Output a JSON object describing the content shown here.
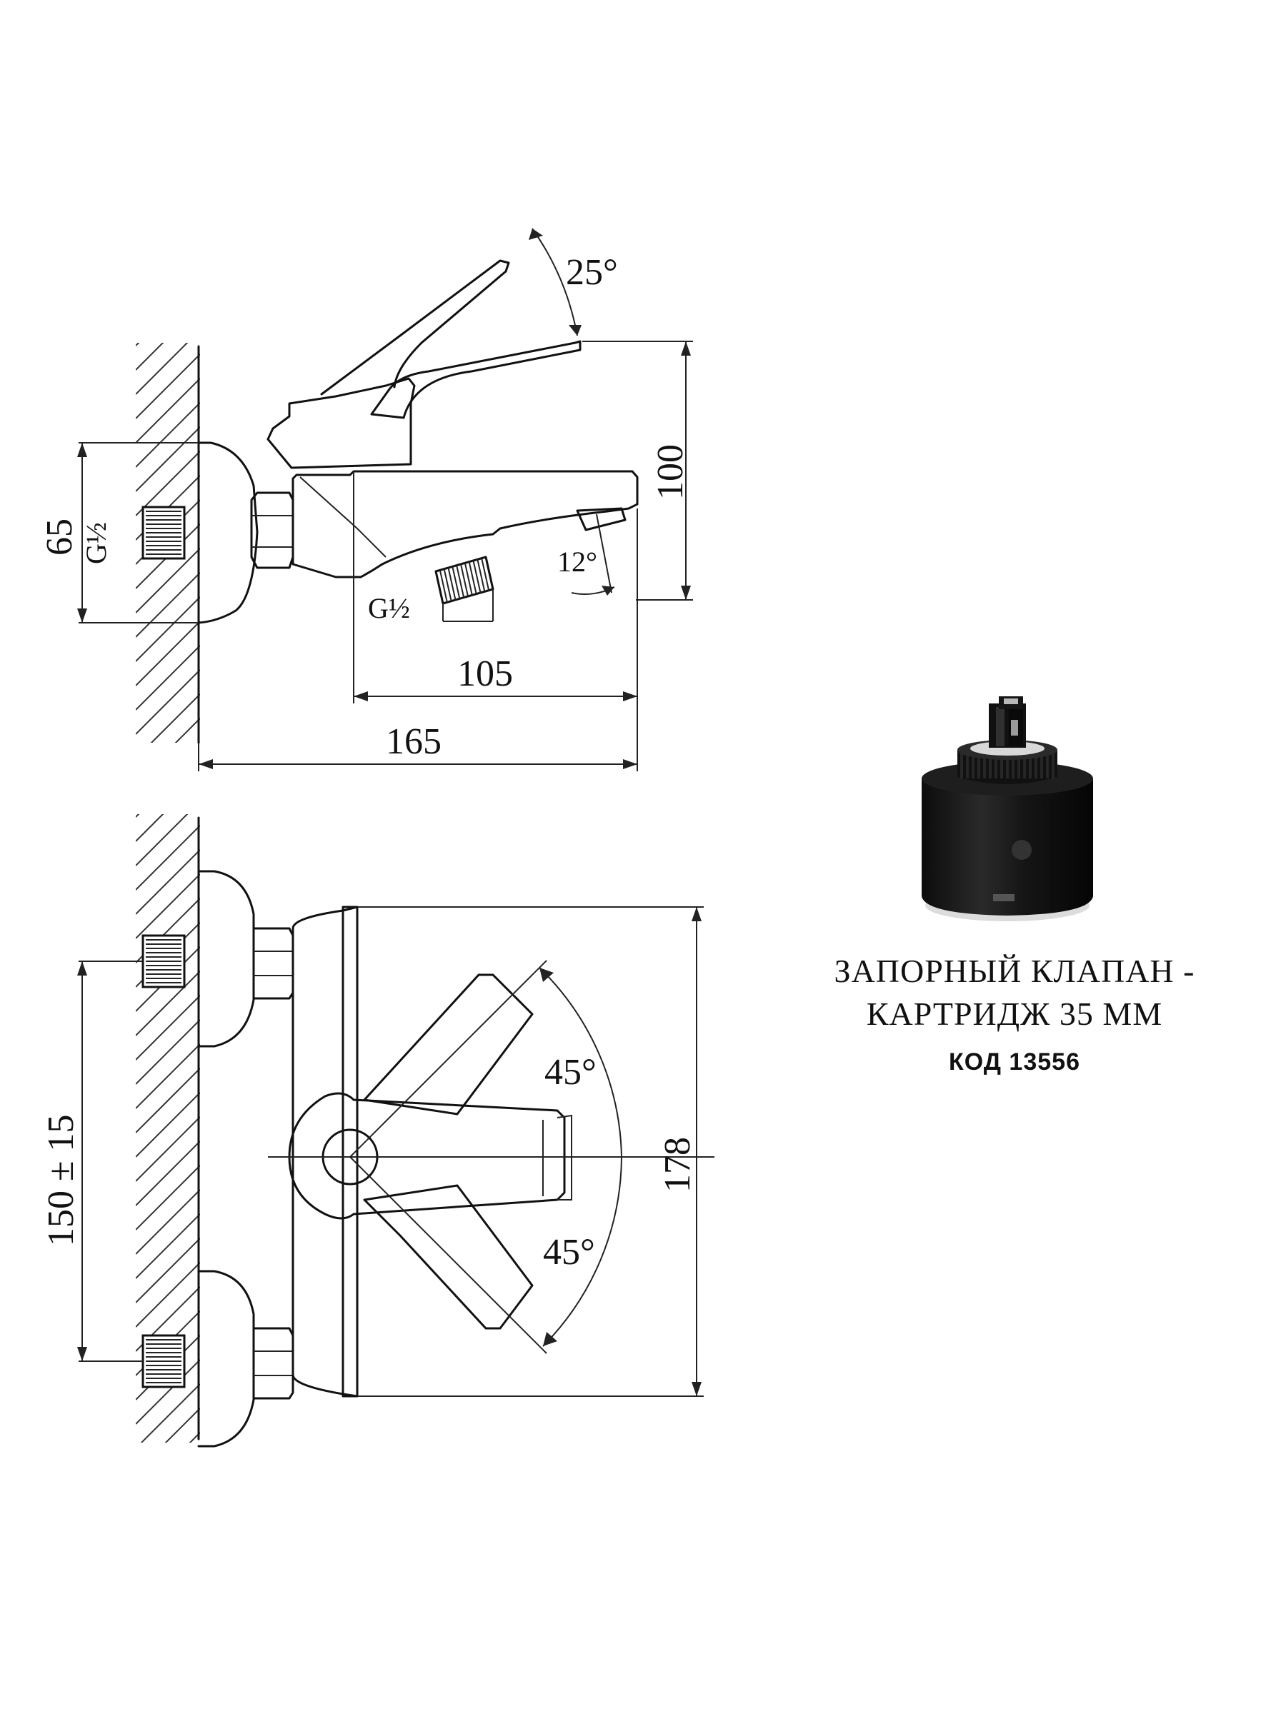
{
  "side_view": {
    "dim_lever_angle": "25°",
    "dim_height": "100",
    "dim_inlet_height": "65",
    "thread_inlet": "G½",
    "thread_outlet": "G½",
    "dim_spout_angle": "12°",
    "dim_reach": "105",
    "dim_depth": "165"
  },
  "front_view": {
    "dim_centers": "150 ± 15",
    "dim_width": "178",
    "dim_angle_up": "45°",
    "dim_angle_down": "45°"
  },
  "cartridge": {
    "title_line1": "ЗАПОРНЫЙ КЛАПАН -",
    "title_line2": "КАРТРИДЖ 35 ММ",
    "code": "КОД 13556"
  }
}
